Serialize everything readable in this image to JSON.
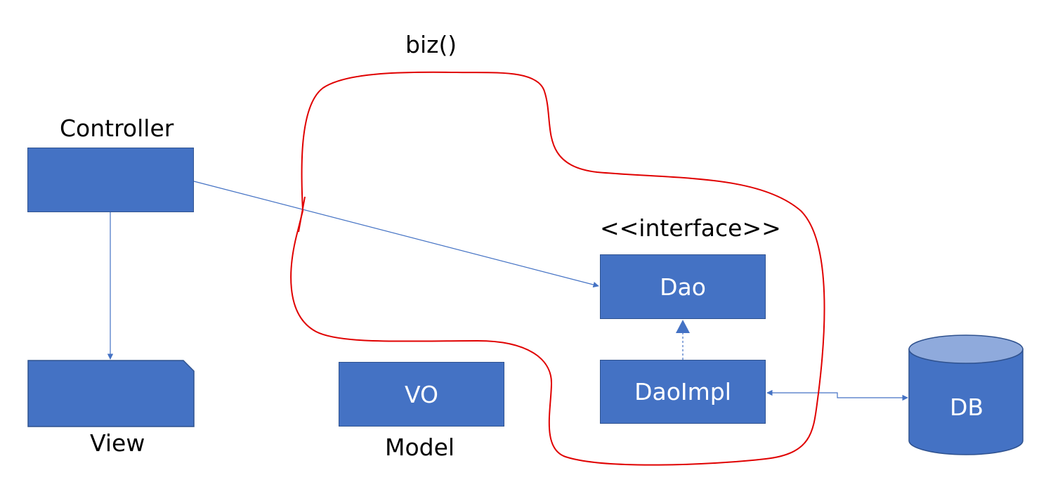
{
  "labels": {
    "biz": "biz()",
    "controller": "Controller",
    "interface_stereotype": "<<interface>>",
    "view": "View",
    "model": "Model"
  },
  "boxes": {
    "dao": "Dao",
    "daoimpl": "DaoImpl",
    "vo": "VO",
    "db": "DB"
  },
  "colors": {
    "box_fill": "#4472c4",
    "box_border": "#2f528f",
    "cylinder_top": "#8faadc",
    "connector": "#4472c4",
    "annotation": "#e00000"
  }
}
